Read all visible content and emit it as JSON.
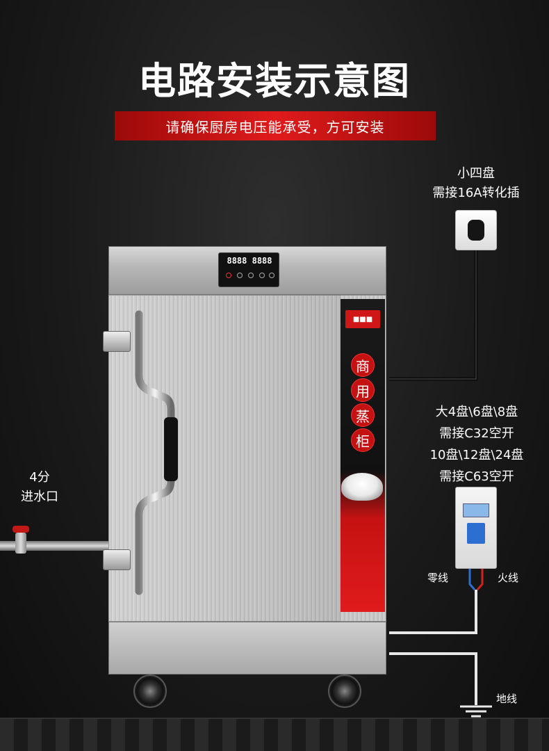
{
  "header": {
    "title": "电路安装示意图",
    "subtitle": "请确保厨房电压能承受，方可安装"
  },
  "socket_note": {
    "line1": "小四盘",
    "line2": "需接16A转化插"
  },
  "breaker_note": {
    "line1": "大4盘\\6盘\\8盘",
    "line2": "需接C32空开",
    "line3": "10盘\\12盘\\24盘",
    "line4": "需接C63空开"
  },
  "water_note": {
    "line1": "4分",
    "line2": "进水口"
  },
  "wire_labels": {
    "neutral": "零线",
    "live": "火线",
    "ground": "地线"
  },
  "cabinet": {
    "display_digits": "8888 8888",
    "product_chars": [
      "商",
      "用",
      "蒸",
      "柜"
    ]
  },
  "colors": {
    "background": "#1a1a1a",
    "banner_red": "#e01b1b",
    "neutral_wire": "#2d6fd1",
    "live_wire": "#d42020",
    "cable": "#e8e8e8"
  }
}
